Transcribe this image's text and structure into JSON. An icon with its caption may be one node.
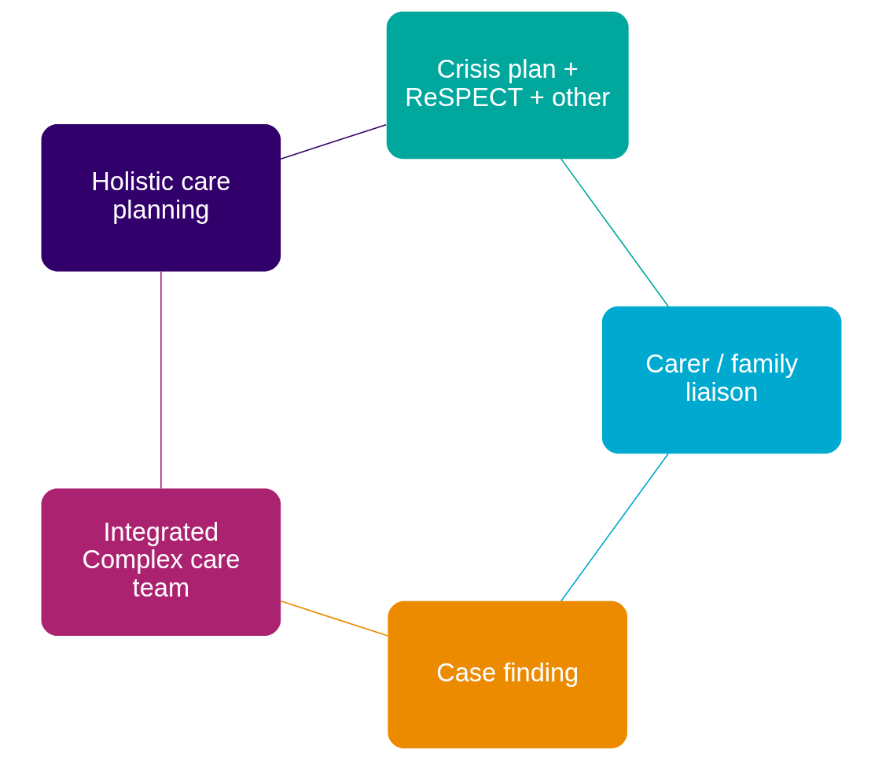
{
  "diagram": {
    "nodes": [
      {
        "text": [
          "Case finding"
        ]
      },
      {
        "text": [
          "Carer / family liaison"
        ]
      },
      {
        "text": [
          "Integrated Complex care team"
        ]
      },
      {
        "text": [
          "Crisis plan + ReSPECT + other"
        ]
      },
      {
        "text": [
          "Holistic care planning"
        ]
      }
    ],
    "edges": [
      {
        "from": 0,
        "to": 2,
        "arrow": "none",
        "color": "#ec8b00"
      },
      {
        "from": 2,
        "to": 4,
        "arrow": "none",
        "color": "#ab2370"
      },
      {
        "from": 4,
        "to": 3,
        "arrow": "none",
        "color": "#32006a"
      },
      {
        "from": 3,
        "to": 1,
        "arrow": "none",
        "color": "#00a79d"
      },
      {
        "from": 1,
        "to": 0,
        "arrow": "none",
        "color": "#00a9cf"
      }
    ]
  }
}
